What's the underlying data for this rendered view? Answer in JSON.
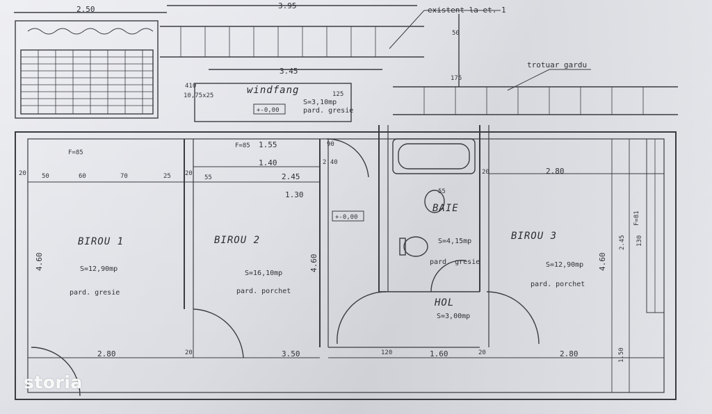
{
  "watermark": "storia",
  "header_notes": {
    "existent_et": "existent la et. 1",
    "trotuar": "trotuar gardu"
  },
  "rooms": {
    "windfang": {
      "name": "windfang",
      "area": "S=3,10mp",
      "floor": "pard. gresie",
      "level": "+-0,00"
    },
    "birou1": {
      "name": "BIROU 1",
      "area": "S=12,90mp",
      "floor": "pard. gresie"
    },
    "birou2": {
      "name": "BIROU 2",
      "area": "S=16,10mp",
      "floor": "pard. porchet"
    },
    "baie": {
      "name": "BAIE",
      "area": "S=4,15mp",
      "floor": "pard. gresie"
    },
    "hol": {
      "name": "HOL",
      "area": "S=3,00mp"
    },
    "birou3": {
      "name": "BIROU 3",
      "area": "S=12,90mp",
      "floor": "pard. porchet"
    },
    "level2": "+-0,00"
  },
  "dimensions": {
    "top_250": "2.50",
    "top_395": "3.95",
    "d_345": "3.45",
    "d_50": "50",
    "d_175": "175",
    "d_125": "125",
    "opening_410": "410",
    "opening_1075": "10,75x25",
    "f85a": "F=85",
    "f85b": "F=85",
    "d_155": "1.55",
    "d_140": "1.40",
    "d_130": "1.30",
    "d_245": "2.45",
    "d_20a": "20",
    "d_50b": "50",
    "d_60": "60",
    "d_70": "70",
    "d_25": "25",
    "d_20b": "20",
    "d_55": "55",
    "d_90": "90",
    "d_240": "2.40",
    "d_20c": "20",
    "d_55b": "55",
    "d_280a": "2.80",
    "d_460a": "4.60",
    "d_460b": "4.60",
    "d_460c": "4.60",
    "d_245v": "2.45",
    "d_130v": "130",
    "d_280b": "2.80",
    "d_20d": "20",
    "d_350": "3.50",
    "d_120a": "120",
    "d_160": "1.60",
    "d_20e": "20",
    "d_280c": "2.80",
    "d_150": "1.50",
    "f81": "F=81"
  }
}
